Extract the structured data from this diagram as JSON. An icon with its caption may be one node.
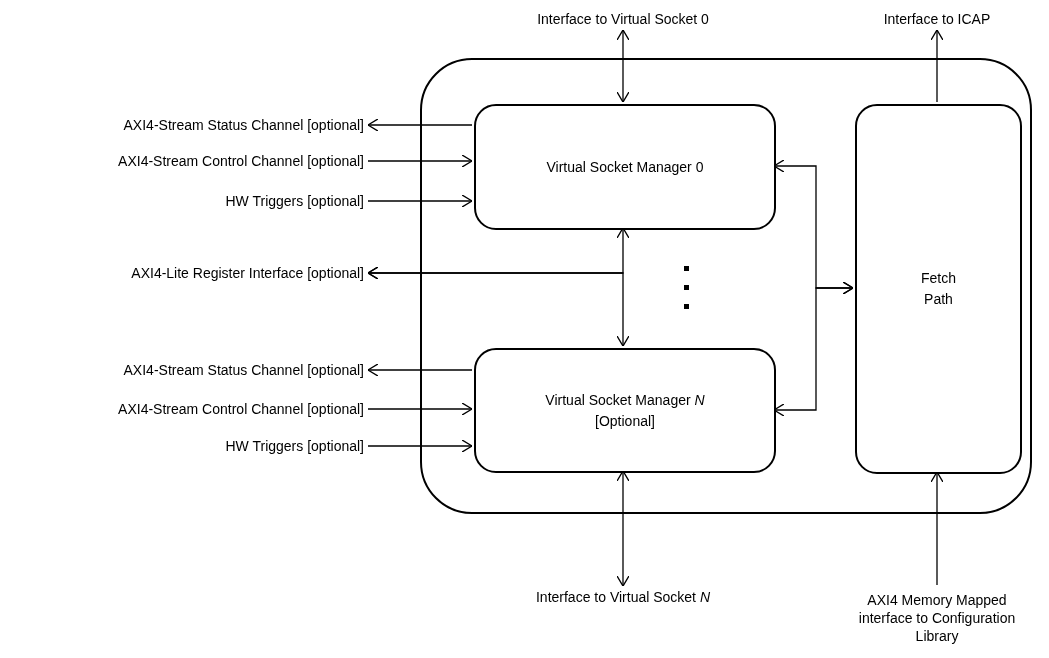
{
  "diagram": {
    "nodes": [
      {
        "text": [],
        "shape": "box"
      },
      {
        "text": [
          "Virtual Socket Manager 0"
        ],
        "in": 0
      },
      {
        "text": [
          "Virtual Socket Manager *N* [Optional]"
        ],
        "in": 0
      },
      {
        "text": [
          "Fetch Path"
        ],
        "in": 0
      },
      {
        "text": [
          "Interface to Virtual Socket 0"
        ]
      },
      {
        "text": [
          "Interface to ICAP"
        ]
      },
      {
        "text": [
          "AXI4-Stream Status Channel [optional]"
        ]
      },
      {
        "text": [
          "AXI4-Stream Control Channel [optional]"
        ]
      },
      {
        "text": [
          "HW Triggers [optional]"
        ]
      },
      {
        "text": [
          "AXI4-Lite Register Interface [optional]"
        ]
      },
      {
        "text": [
          "AXI4-Stream Status Channel [optional]"
        ]
      },
      {
        "text": [
          "AXI4-Stream Control Channel [optional]"
        ]
      },
      {
        "text": [
          "HW Triggers [optional]"
        ]
      },
      {
        "text": [
          "Interface to Virtual Socket *N*"
        ]
      },
      {
        "text": [
          "AXI4 Memory Mapped interface to Configuration Library"
        ]
      }
    ],
    "edges": [
      {
        "from": 1,
        "to": 6,
        "arrow": "to"
      },
      {
        "from": 7,
        "to": 1,
        "arrow": "to"
      },
      {
        "from": 8,
        "to": 1,
        "arrow": "to"
      },
      {
        "from": 9,
        "to": 1,
        "arrow": "both"
      },
      {
        "from": 9,
        "to": 2,
        "arrow": "both"
      },
      {
        "from": 2,
        "to": 10,
        "arrow": "to"
      },
      {
        "from": 11,
        "to": 2,
        "arrow": "to"
      },
      {
        "from": 12,
        "to": 2,
        "arrow": "to"
      },
      {
        "from": 1,
        "to": 4,
        "arrow": "both"
      },
      {
        "from": 2,
        "to": 13,
        "arrow": "both"
      },
      {
        "from": 1,
        "to": 3,
        "arrow": "both"
      },
      {
        "from": 2,
        "to": 3,
        "arrow": "both"
      },
      {
        "from": 3,
        "to": 5,
        "arrow": "to"
      },
      {
        "from": 14,
        "to": 3,
        "arrow": "to"
      }
    ]
  }
}
